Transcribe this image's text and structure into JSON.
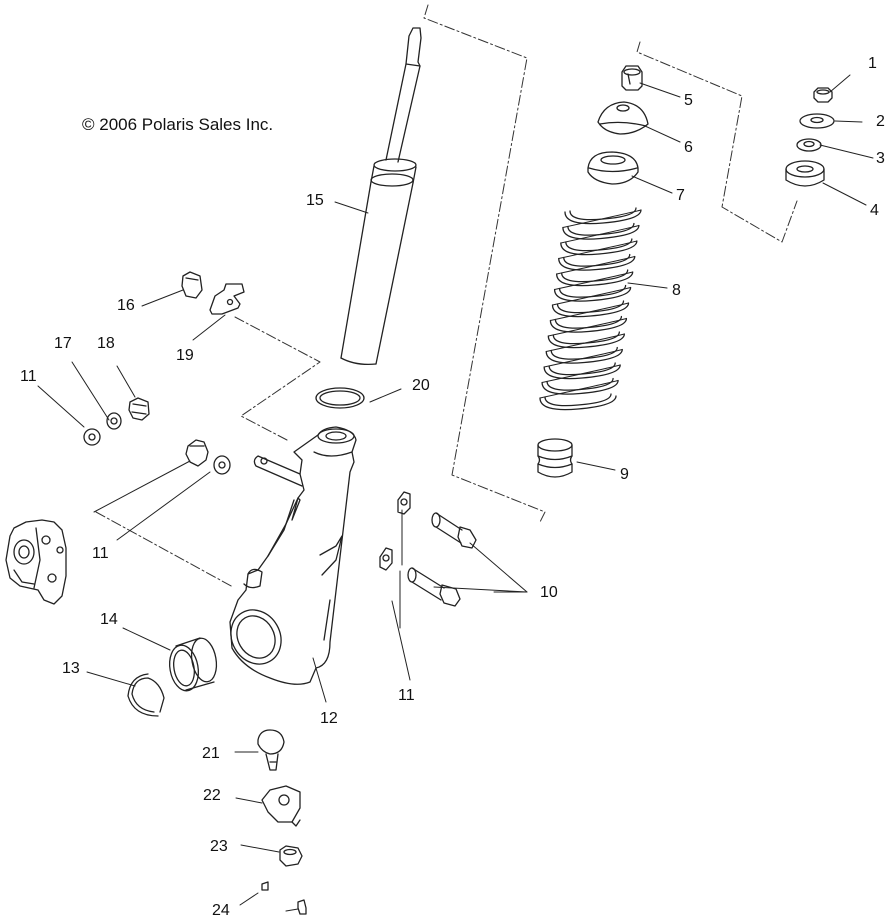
{
  "copyright": "© 2006 Polaris Sales Inc.",
  "callouts": [
    {
      "id": "c1",
      "label": "1"
    },
    {
      "id": "c2",
      "label": "2"
    },
    {
      "id": "c3",
      "label": "3"
    },
    {
      "id": "c4",
      "label": "4"
    },
    {
      "id": "c5",
      "label": "5"
    },
    {
      "id": "c6",
      "label": "6"
    },
    {
      "id": "c7",
      "label": "7"
    },
    {
      "id": "c8",
      "label": "8"
    },
    {
      "id": "c9",
      "label": "9"
    },
    {
      "id": "c10",
      "label": "10"
    },
    {
      "id": "c11a",
      "label": "11"
    },
    {
      "id": "c11b",
      "label": "11"
    },
    {
      "id": "c11c",
      "label": "11"
    },
    {
      "id": "c12",
      "label": "12"
    },
    {
      "id": "c13",
      "label": "13"
    },
    {
      "id": "c14",
      "label": "14"
    },
    {
      "id": "c15",
      "label": "15"
    },
    {
      "id": "c16",
      "label": "16"
    },
    {
      "id": "c17",
      "label": "17"
    },
    {
      "id": "c18",
      "label": "18"
    },
    {
      "id": "c19",
      "label": "19"
    },
    {
      "id": "c20",
      "label": "20"
    },
    {
      "id": "c21",
      "label": "21"
    },
    {
      "id": "c22",
      "label": "22"
    },
    {
      "id": "c23",
      "label": "23"
    },
    {
      "id": "c24",
      "label": "24"
    }
  ]
}
